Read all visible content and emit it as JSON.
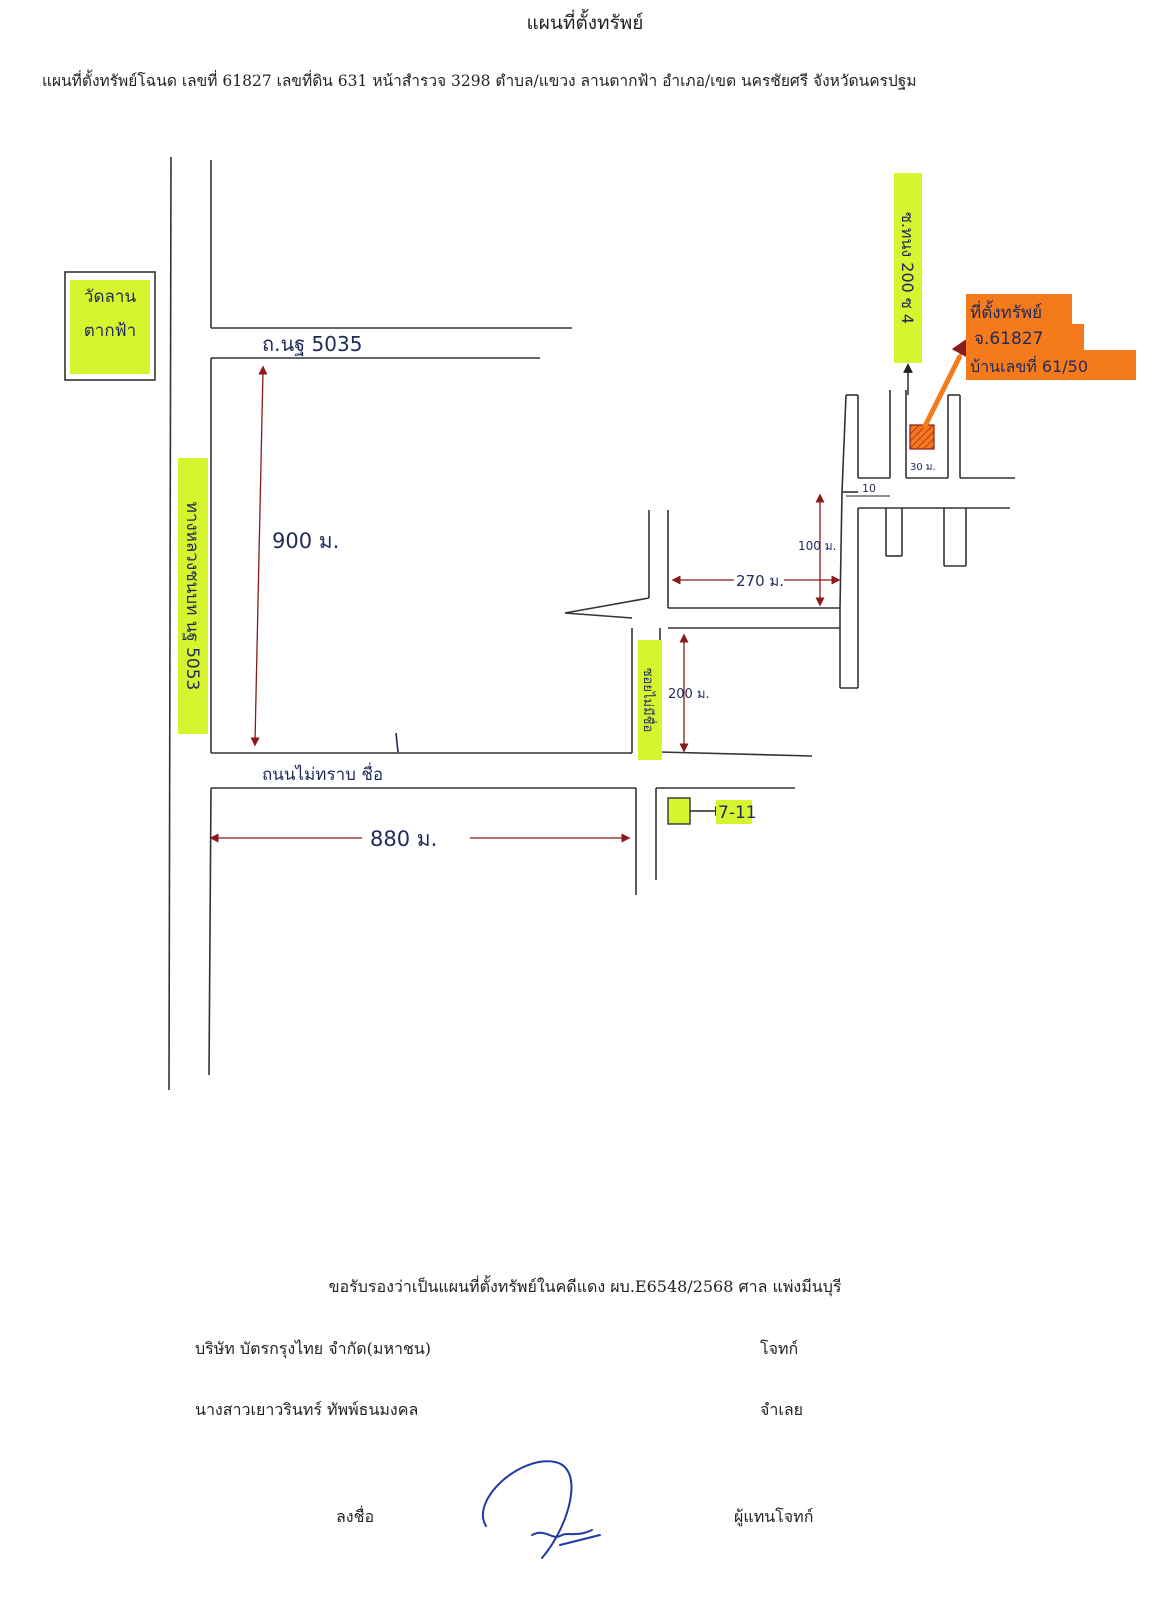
{
  "document": {
    "title": "แผนที่ตั้งทรัพย์",
    "subtitle": "แผนที่ตั้งทรัพย์โฉนด เลขที่ 61827  เลขที่ดิน  631  หน้าสำรวจ 3298  ตำบล/แขวง ลานตากฟ้า  อำเภอ/เขต นครชัยศรี จังหวัดนครปฐม"
  },
  "map": {
    "landmarks": {
      "temple": [
        "วัดลาน",
        "ตากฟ้า"
      ],
      "seven_eleven": "7-11",
      "property": [
        "ที่ตั้งทรัพย์",
        "จ.61827",
        "บ้านเลขที่ 61/50"
      ]
    },
    "roads": {
      "top_road": "ถ.นฐ 5035",
      "main_vertical": "ทางหลวงชนบท นฐ 5053",
      "bottom_road": "ถนนไม่ทราบ ชื่อ",
      "middle_soi": "ซอยไม่มีชื่อ",
      "right_soi": "ซ.ทนง 200 ซ 4"
    },
    "distances": {
      "d900": "900 ม.",
      "d880": "880 ม.",
      "d200": "200 ม.",
      "d270": "270 ม.",
      "d100": "100 ม.",
      "d10": "10",
      "d30": "30 ม."
    },
    "colors": {
      "highlight_green": "#d6f52e",
      "highlight_orange": "#f57a1c",
      "ink_red": "#8b1a1a",
      "ink_blue": "#1f2a5a"
    }
  },
  "certification": {
    "text": "ขอรับรองว่าเป็นแผนที่ตั้งทรัพย์ในคดีแดง ผบ.E6548/2568   ศาล  แพ่งมีนบุรี",
    "plaintiff_name": "บริษัท บัตรกรุงไทย จำกัด(มหาชน)",
    "plaintiff_role": "โจทก์",
    "defendant_name": "นางสาวเยาวรินทร์  ทัพพ์ธนมงคล",
    "defendant_role": "จำเลย",
    "sign_label": "ลงชื่อ",
    "signer_role": "ผู้แทนโจทก์"
  }
}
